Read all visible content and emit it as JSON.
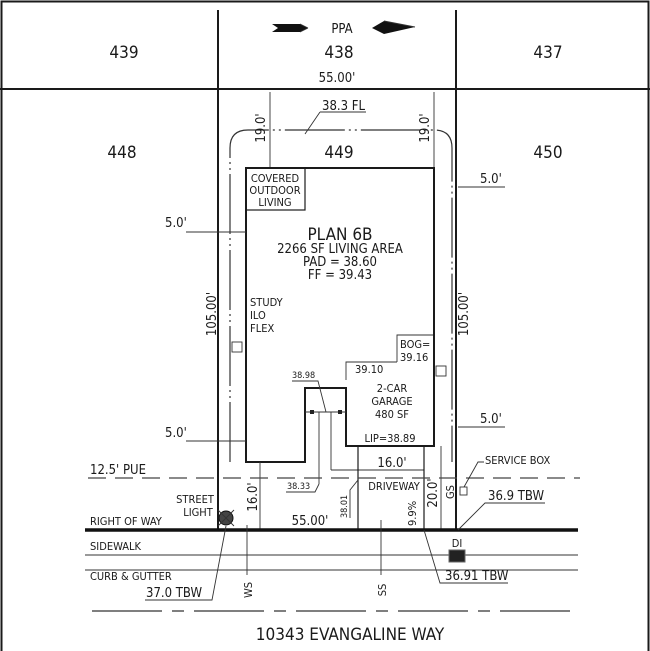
{
  "north_arrow": {
    "label": "PPA",
    "icon": "north-arrow-icon"
  },
  "lots": {
    "top_left": "439",
    "top_center": "438",
    "top_right": "437",
    "mid_left": "448",
    "subject": "449",
    "mid_right": "450"
  },
  "dimensions": {
    "rear_lot_width": "55.00'",
    "front_lot_width": "55.00'",
    "rear_setback_left": "19.0'",
    "rear_setback_right": "19.0'",
    "flowline": "38.3  FL",
    "side_setback_left_upper": "5.0'",
    "side_setback_right_upper": "5.0'",
    "side_setback_left_lower": "5.0'",
    "side_setback_right_lower": "5.0'",
    "lot_depth_left": "105.00'",
    "lot_depth_right": "105.00'",
    "front_setback_house": "16.0'",
    "front_setback_garage": "20.0'",
    "driveway_width": "16.0'",
    "driveway_slope": "9.9%"
  },
  "house": {
    "covered_outdoor": [
      "COVERED",
      "OUTDOOR",
      "LIVING"
    ],
    "plan_name": "PLAN  6B",
    "living_area": "2266 SF LIVING AREA",
    "pad": "PAD = 38.60",
    "ff": "FF = 39.43",
    "study": [
      "STUDY",
      "ILO",
      "FLEX"
    ],
    "bog_label": "BOG=",
    "bog_value": "39.16",
    "garage_elev": "39.10",
    "garage": [
      "2-CAR",
      "GARAGE",
      "480  SF"
    ],
    "lip": "LIP=38.89"
  },
  "elevations": {
    "porch": "38.98",
    "walk": "38.33",
    "drive_edge": "38.01",
    "tbw_right": "36.9  TBW",
    "tbw_di": "36.91  TBW",
    "tbw_left": "37.0  TBW"
  },
  "site_labels": {
    "pue": "12.5'  PUE",
    "service_box": "SERVICE  BOX",
    "street_light": [
      "STREET",
      "LIGHT"
    ],
    "right_of_way": "RIGHT  OF  WAY",
    "driveway": "DRIVEWAY",
    "sidewalk": "SIDEWALK",
    "curb": "CURB  &  GUTTER",
    "di": "DI",
    "gs": "GS",
    "ws": "WS",
    "ss": "SS"
  },
  "address": "10343  EVANGALINE  WAY"
}
